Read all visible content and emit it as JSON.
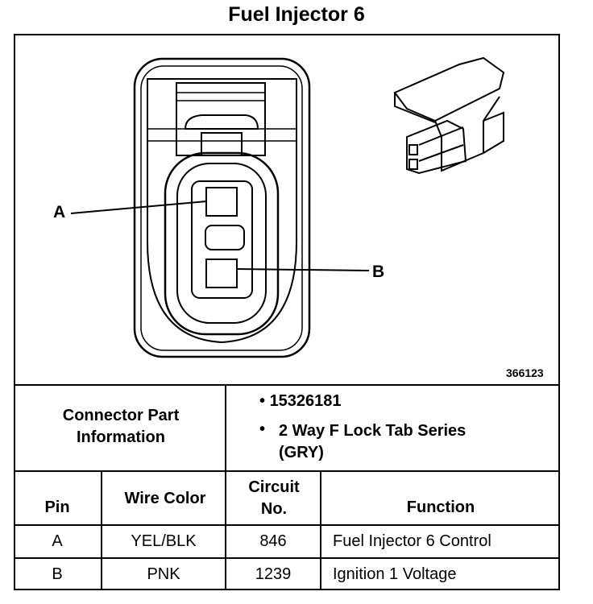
{
  "title": "Fuel Injector 6",
  "diagram": {
    "pin_a_label": "A",
    "pin_b_label": "B",
    "figure_number": "366123"
  },
  "connector_info": {
    "label": "Connector Part Information",
    "part_number": "15326181",
    "description": "2 Way F Lock Tab Series (GRY)"
  },
  "table": {
    "headers": [
      "Pin",
      "Wire Color",
      "Circuit No.",
      "Function"
    ],
    "rows": [
      [
        "A",
        "YEL/BLK",
        "846",
        "Fuel Injector 6 Control"
      ],
      [
        "B",
        "PNK",
        "1239",
        "Ignition 1 Voltage"
      ]
    ]
  }
}
